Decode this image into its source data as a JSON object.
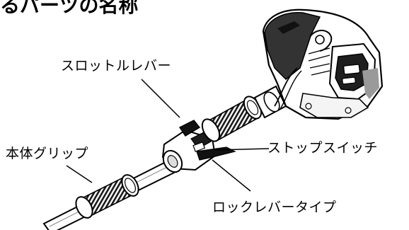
{
  "title": "るパーツの名称",
  "labels": {
    "throttle_lever": "スロットルレバー",
    "main_grip": "本体グリップ",
    "stop_switch": "ストップスイッチ",
    "lock_lever_type": "ロックレバータイプ"
  }
}
